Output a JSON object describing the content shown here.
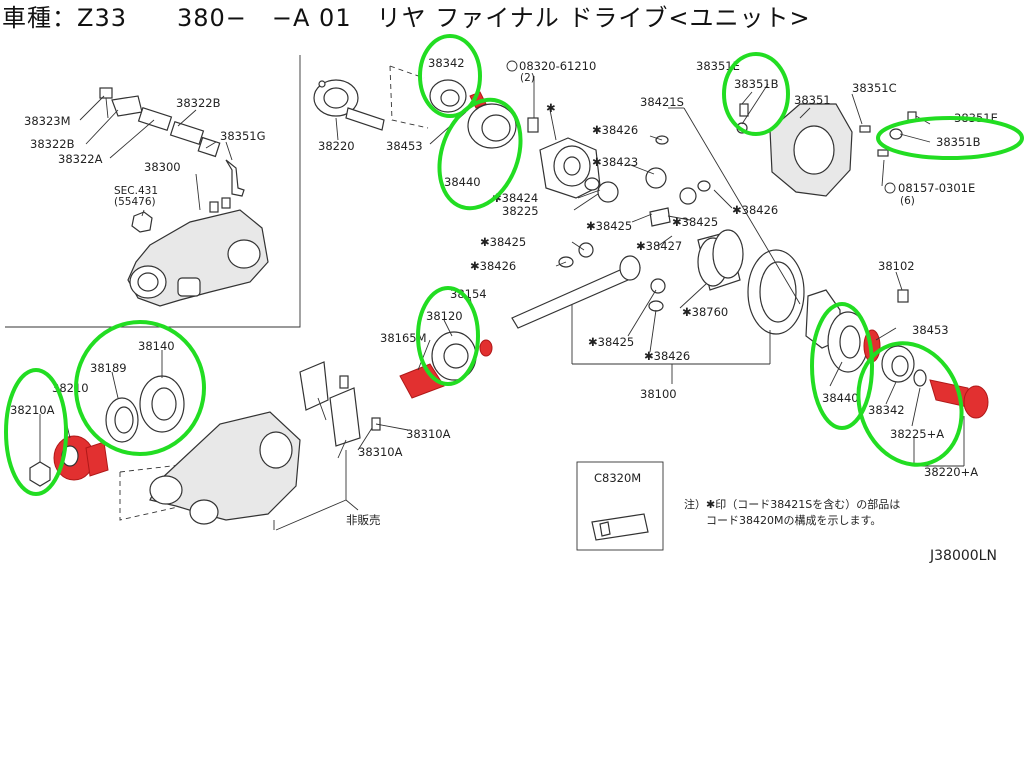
{
  "header": {
    "title": "車種：Z33　　380−　−A 01　リヤ ファイナル ドライブ<ユニット>"
  },
  "labels": {
    "l38323M": "38323M",
    "l38322B_a": "38322B",
    "l38322B_b": "38322B",
    "l38322A": "38322A",
    "l38351G": "38351G",
    "l38300": "38300",
    "lSEC": "SEC.431",
    "lSEC2": "(55476)",
    "l38220": "38220",
    "l38342_top": "38342",
    "l38453_top": "38453",
    "l38440_top": "38440",
    "l08320": "08320-61210",
    "l08320q": "(2)",
    "lstar": "✱",
    "l38421S": "38421S",
    "l38426_a": "✱38426",
    "l38423": "✱38423",
    "l38424": "✱38424",
    "l38225": "38225",
    "l38425_a": "✱38425",
    "l38425_b": "✱38425",
    "l38426_b": "✱38426",
    "l38351E_a": "38351E",
    "l38351B_a": "38351B",
    "l38351": "38351",
    "l38351C": "38351C",
    "l38351E_b": "38351E",
    "l38351B_b": "38351B",
    "l08157": "08157-0301E",
    "l08157q": "(6)",
    "l38425_c": "✱38425",
    "l38426_c": "✱38426",
    "l38427": "✱38427",
    "l38102": "38102",
    "l38154": "38154",
    "l38120": "38120",
    "l38165M": "38165M",
    "l38760": "✱38760",
    "l38425_d": "✱38425",
    "l38426_d": "✱38426",
    "l38100": "38100",
    "l38453_r": "38453",
    "l38440_r": "38440",
    "l38342_r": "38342",
    "l38225A": "38225+A",
    "l38220A": "38220+A",
    "l38189": "38189",
    "l38140": "38140",
    "l38210": "38210",
    "l38210A": "38210A",
    "l38310A_a": "38310A",
    "l38310A_b": "38310A",
    "lhihanbai": "非販売",
    "lC8320M": "C8320M",
    "note1": "注）✱印（コード38421Sを含む）の部品は",
    "note2": "コード38420Mの構成を示します。",
    "code": "J38000LN"
  },
  "colors": {
    "highlight": "#22dd22",
    "marked_part": "#e23030"
  }
}
